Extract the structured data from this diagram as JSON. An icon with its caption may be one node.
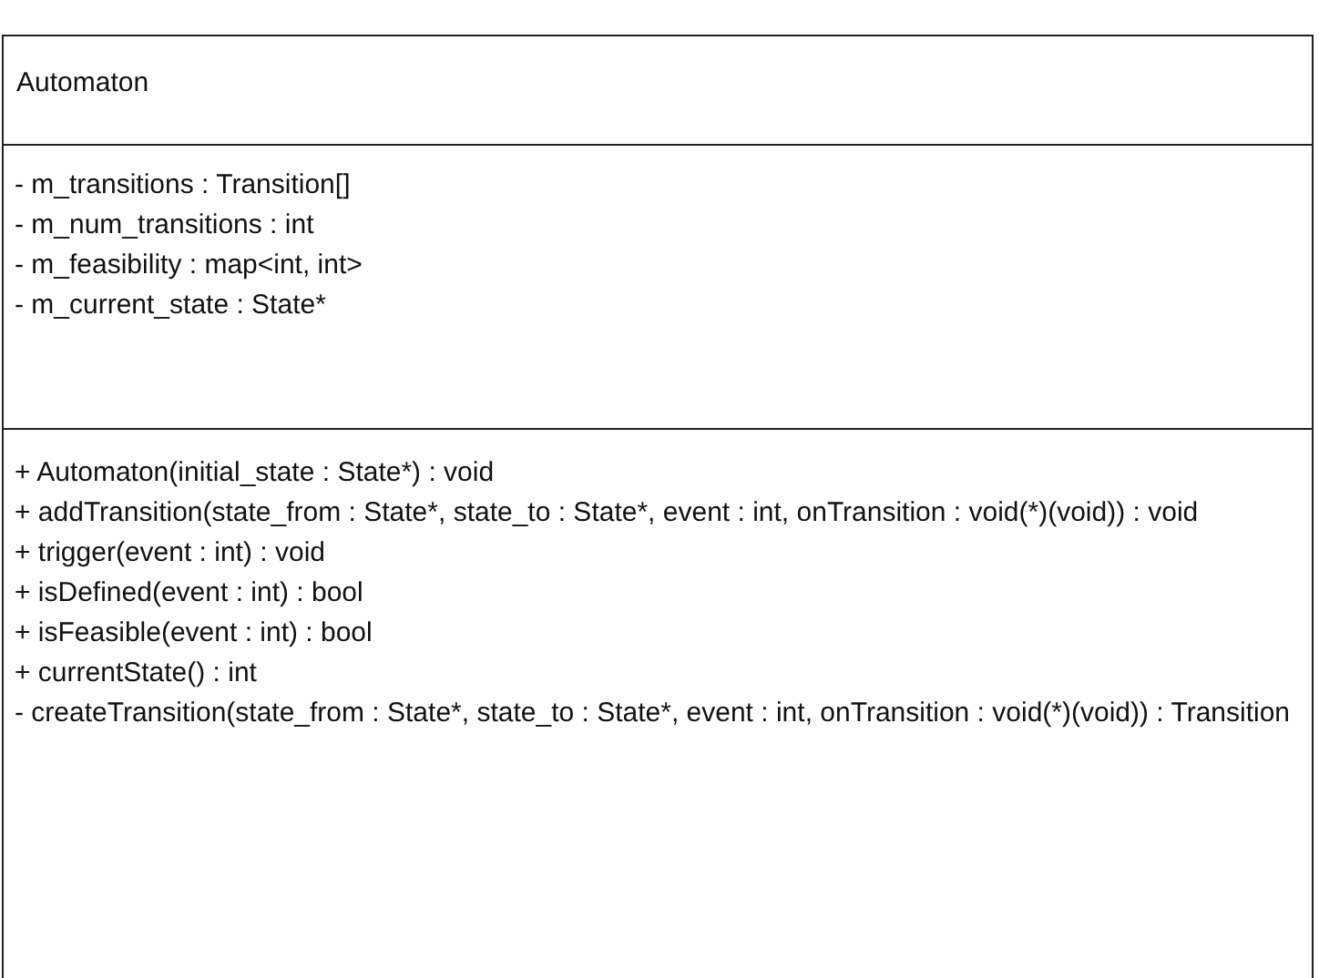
{
  "diagram": {
    "nodes": [
      {
        "text": [
          "Automaton"
        ]
      },
      {
        "text": [
          "- m_transitions : Transition[]",
          "- m_num_transitions : int",
          "- m_feasibility : map<int, int>",
          "- m_current_state : State*"
        ],
        "in": 0
      },
      {
        "text": [
          "+ Automaton(initial_state : State*) : void",
          "+ addTransition(state_from : State*, state_to : State*, event : int, onTransition : void(*)(void)) : void",
          "+ trigger(event : int) : void",
          "+ isDefined(event : int) : bool",
          "+ isFeasible(event : int) : bool",
          "+ currentState() : int",
          "- createTransition(state_from : State*, state_to : State*, event : int, onTransition : void(*)(void)) : Transition"
        ],
        "in": 0
      }
    ]
  }
}
